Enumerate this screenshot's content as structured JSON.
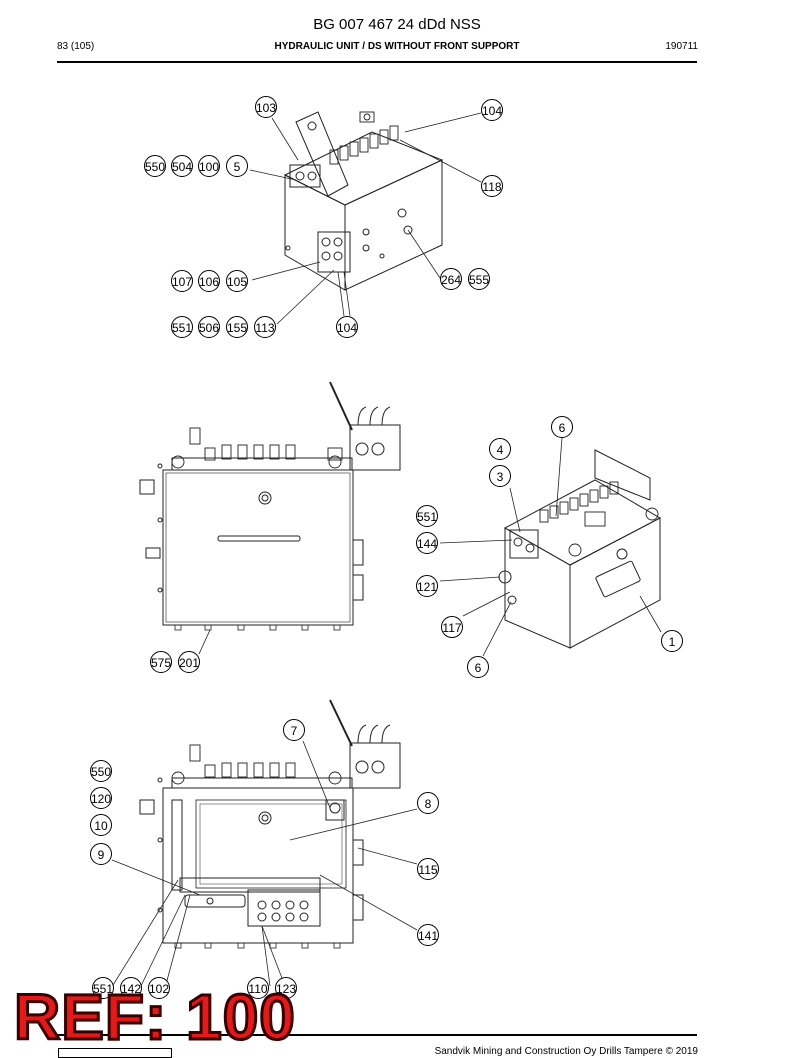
{
  "document": {
    "title": "BG 007 467 24 dDd NSS",
    "page": "83 (105)",
    "section": "HYDRAULIC UNIT / DS WITHOUT FRONT SUPPORT",
    "date_code": "190711",
    "footer": "Sandvik Mining and Construction Oy Drills Tampere © 2019",
    "ref_badge": "REF: 100"
  },
  "callouts": {
    "view1": [
      "103",
      "104",
      "550",
      "504",
      "100",
      "5",
      "118",
      "107",
      "106",
      "105",
      "264",
      "555",
      "551",
      "506",
      "155",
      "113",
      "104"
    ],
    "view2": [
      "575",
      "201"
    ],
    "view3": [
      "6",
      "4",
      "3",
      "551",
      "144",
      "121",
      "117",
      "1",
      "6"
    ],
    "view4": [
      "7",
      "550",
      "120",
      "10",
      "9",
      "8",
      "115",
      "141",
      "551",
      "142",
      "102",
      "110",
      "123"
    ]
  }
}
